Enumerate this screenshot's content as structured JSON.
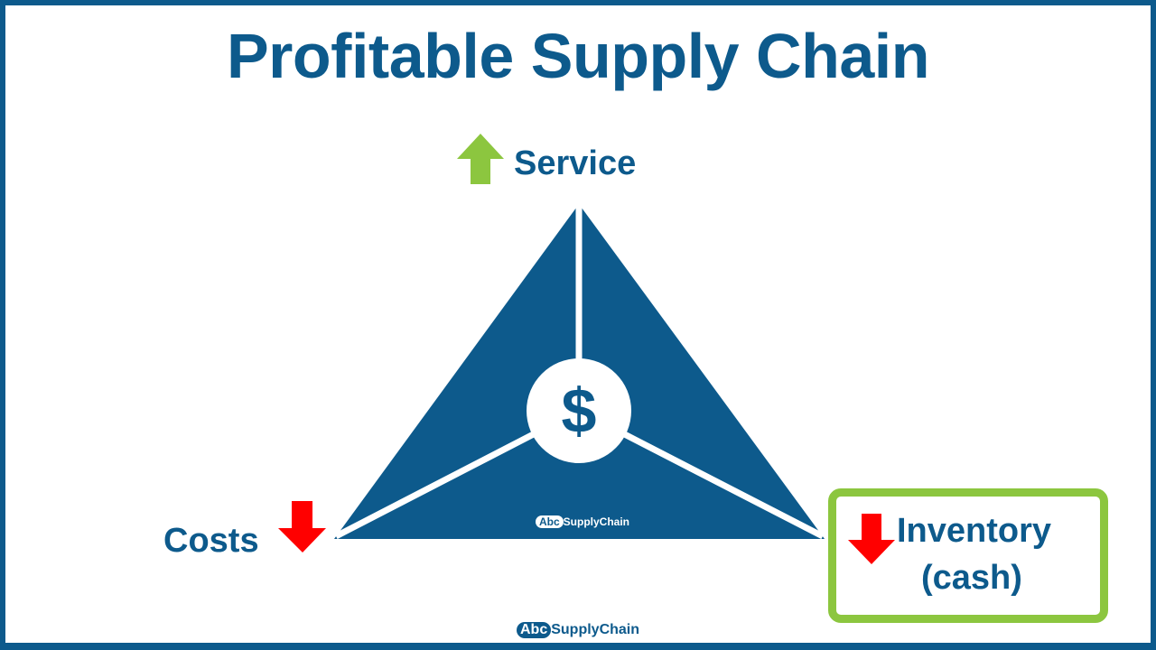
{
  "title": "Profitable Supply Chain",
  "labels": {
    "service": "Service",
    "costs": "Costs",
    "inventory_line1": "Inventory",
    "inventory_line2": "(cash)"
  },
  "center_symbol": "$",
  "icons": {
    "service": "arrow-up-icon",
    "costs": "arrow-down-icon",
    "inventory": "arrow-down-icon",
    "center": "dollar-icon"
  },
  "logo": {
    "abc": "Abc",
    "name": "SupplyChain"
  },
  "colors": {
    "primary": "#0d5a8c",
    "up_arrow": "#8cc63f",
    "down_arrow": "#ff0000",
    "highlight_box": "#8cc63f",
    "background": "#ffffff"
  }
}
